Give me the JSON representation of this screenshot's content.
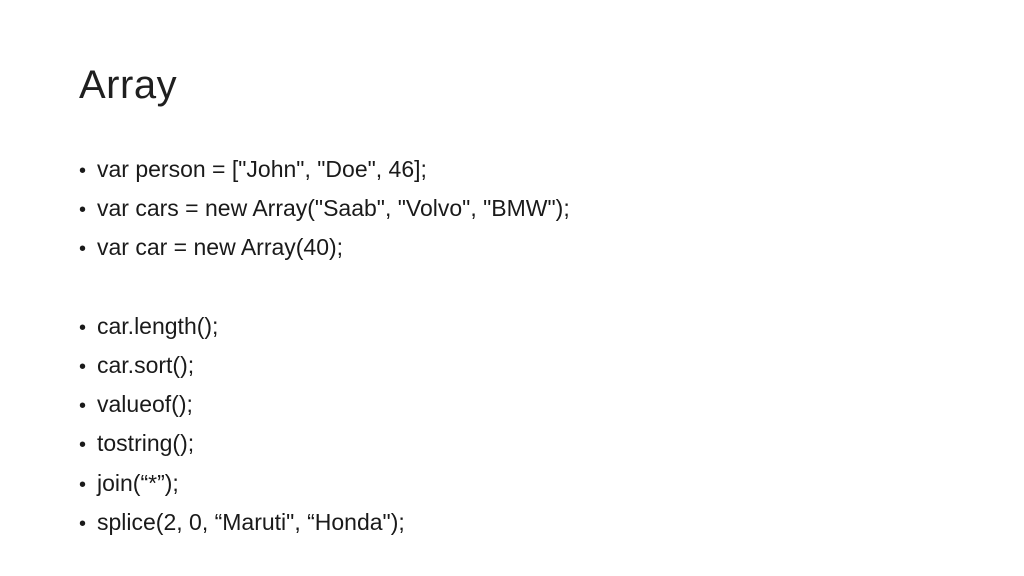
{
  "slide": {
    "title": "Array",
    "bullet_symbol": "•",
    "items": [
      {
        "text": "var person = [\"John\", \"Doe\", 46];"
      },
      {
        "text": "var cars = new Array(\"Saab\", \"Volvo\", \"BMW\");"
      },
      {
        "text": "var car = new Array(40);"
      },
      {
        "text": ""
      },
      {
        "text": "car.length();"
      },
      {
        "text": "car.sort();"
      },
      {
        "text": "valueof();"
      },
      {
        "text": "tostring();"
      },
      {
        "text": "join(“*”);"
      },
      {
        "text": "splice(2, 0, “Maruti\", “Honda\");"
      }
    ]
  }
}
